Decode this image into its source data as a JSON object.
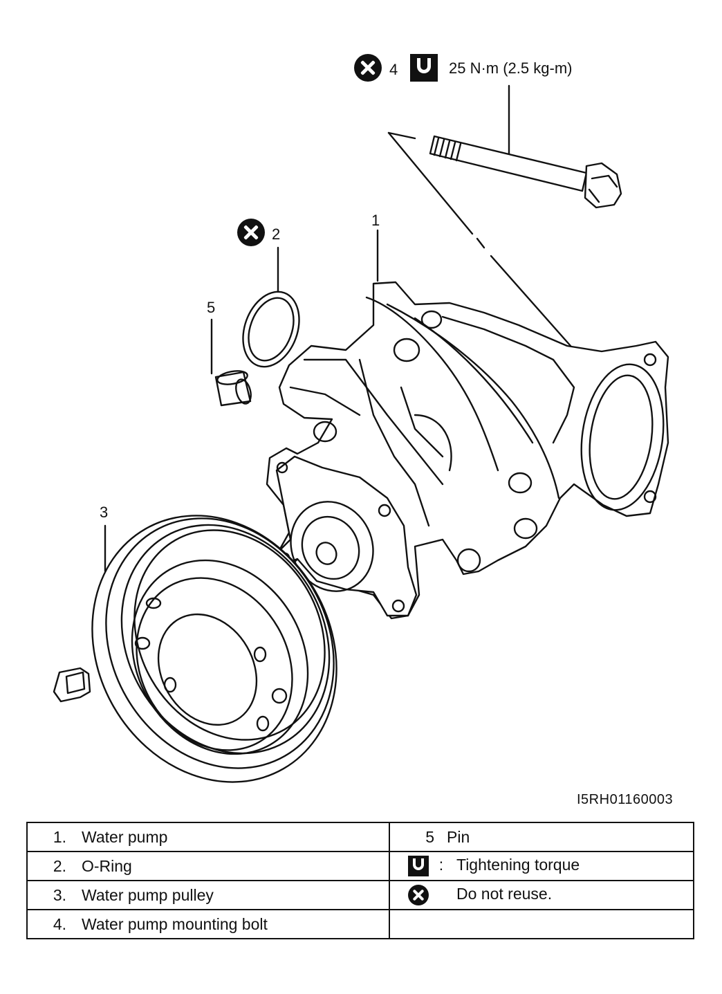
{
  "header": {
    "bolt_number": "4",
    "torque_spec": "25 N·m (2.5 kg-m)"
  },
  "callouts": {
    "water_pump": "1",
    "o_ring": "2",
    "pulley": "3",
    "pin": "5"
  },
  "figure_id": "I5RH01160003",
  "legend": {
    "rows": [
      {
        "num": "1.",
        "label": "Water pump"
      },
      {
        "num": "2.",
        "label": "O-Ring"
      },
      {
        "num": "3.",
        "label": "Water pump pulley"
      },
      {
        "num": "4.",
        "label": "Water pump mounting bolt"
      }
    ],
    "pin": {
      "num": "5",
      "label": "Pin"
    },
    "torque": {
      "colon": ":",
      "label": "Tightening torque"
    },
    "no_reuse": {
      "label": "Do not reuse."
    }
  },
  "symbols": {
    "do_not_reuse": "do-not-reuse-icon",
    "torque": "torque-wrench-icon"
  }
}
